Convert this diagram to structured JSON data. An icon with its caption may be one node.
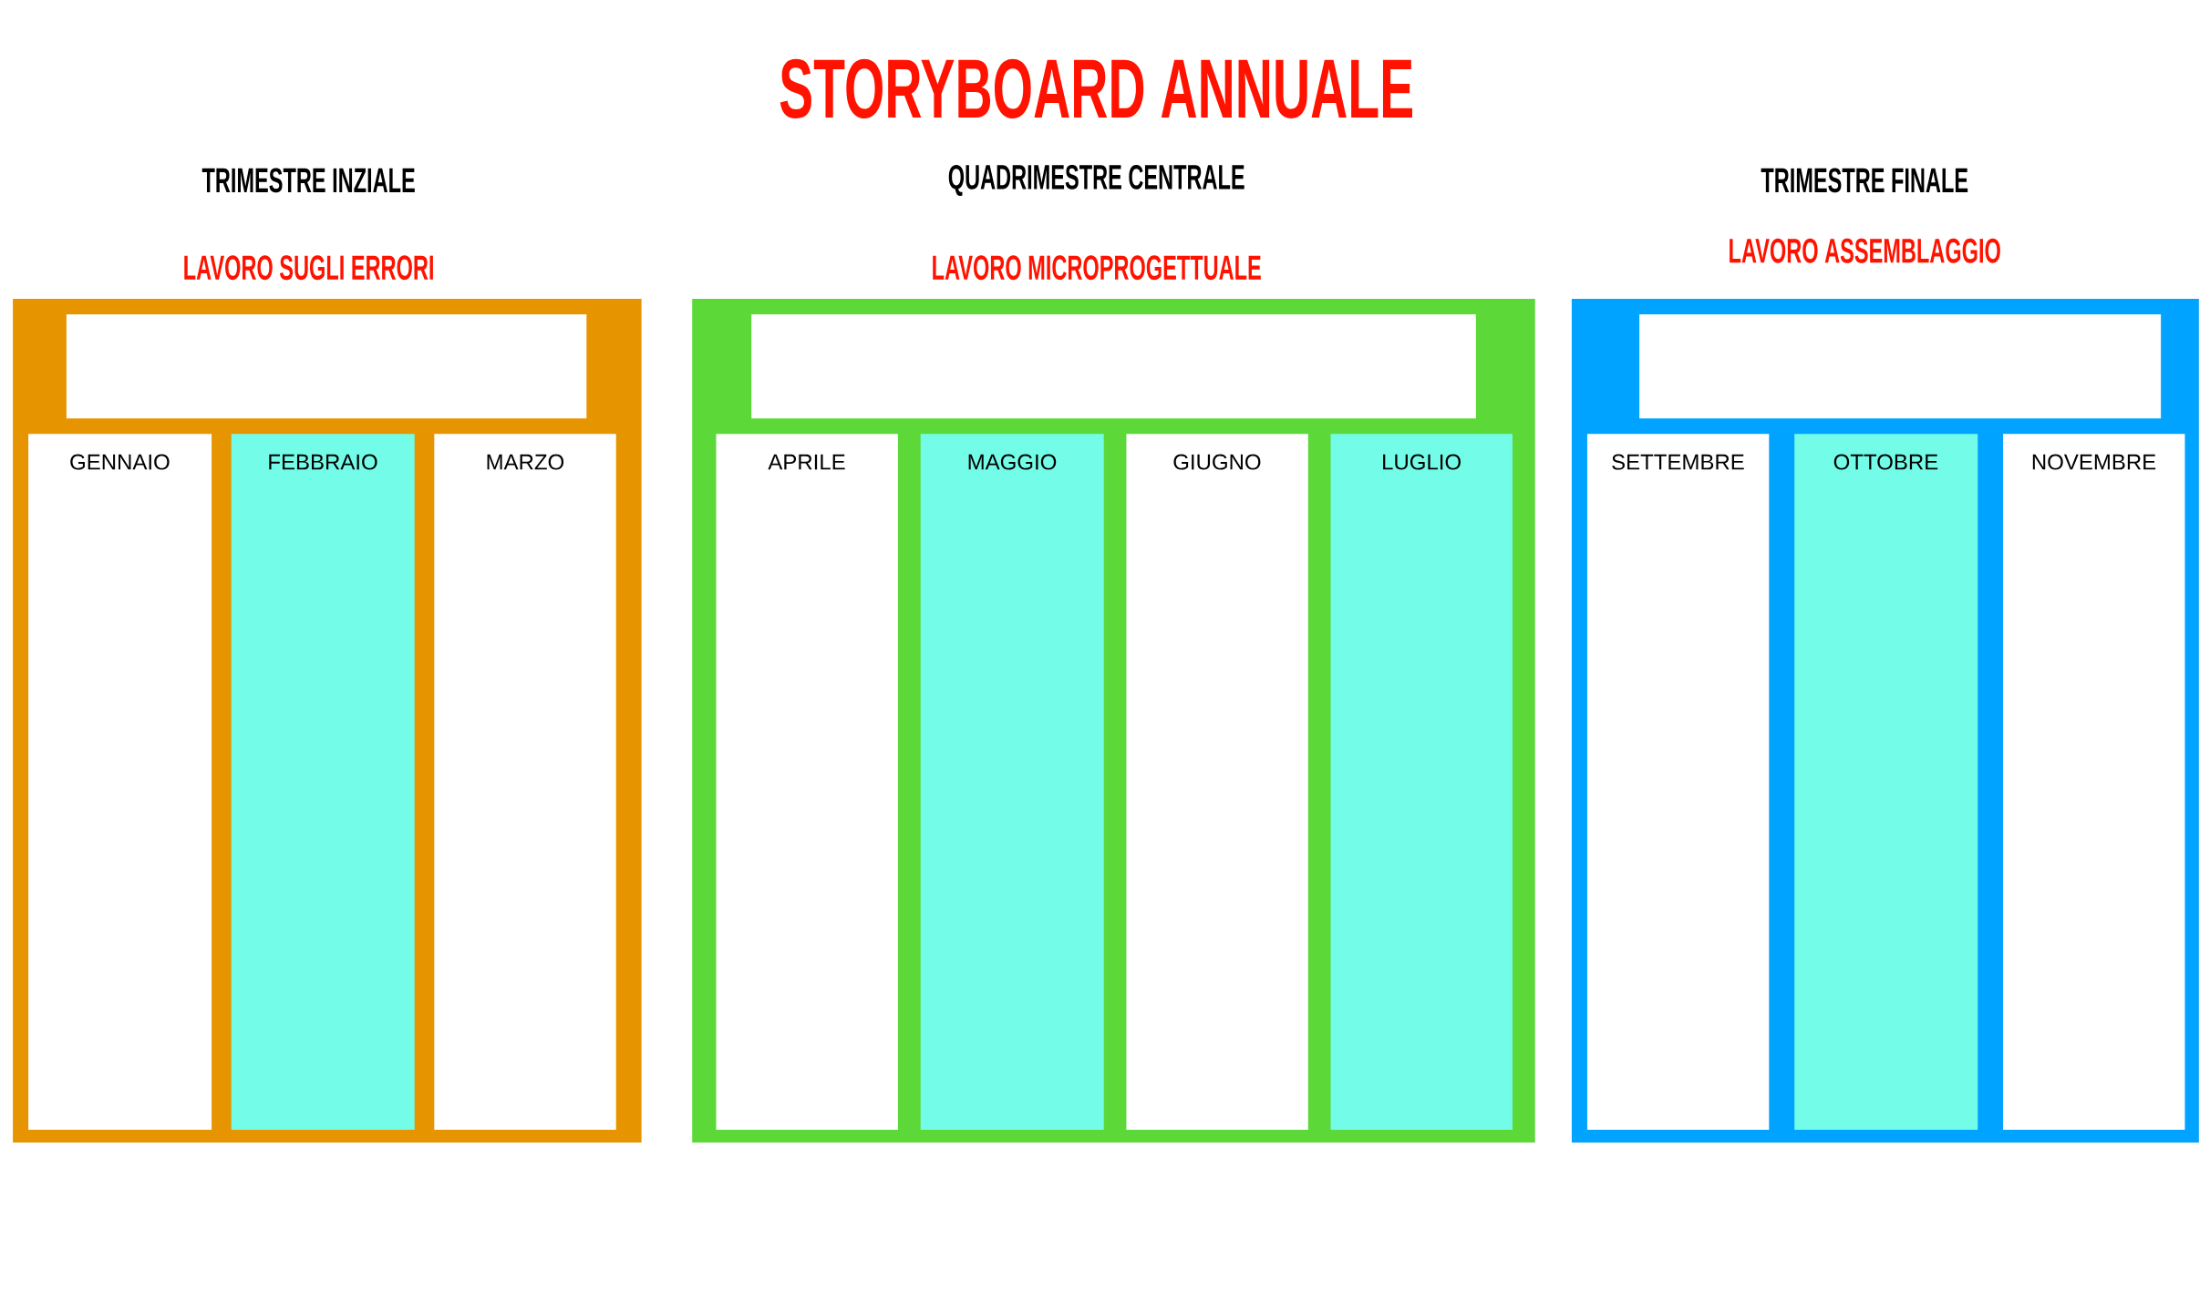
{
  "diagram": {
    "title": "STORYBOARD ANNUALE",
    "nodes": [
      {
        "text": [
          "TRIMESTRE INZIALE",
          "LAVORO SUGLI ERRORI"
        ]
      },
      {
        "text": [],
        "shape": "box",
        "in": 0
      },
      {
        "text": [
          "GENNAIO"
        ],
        "in": 0
      },
      {
        "text": [
          "FEBBRAIO"
        ],
        "in": 0
      },
      {
        "text": [
          "MARZO"
        ],
        "in": 0
      },
      {
        "text": [
          "QUADRIMESTRE CENTRALE",
          "LAVORO MICROPROGETTUALE"
        ]
      },
      {
        "text": [],
        "shape": "box",
        "in": 5
      },
      {
        "text": [
          "APRILE"
        ],
        "in": 5
      },
      {
        "text": [
          "MAGGIO"
        ],
        "in": 5
      },
      {
        "text": [
          "GIUGNO"
        ],
        "in": 5
      },
      {
        "text": [
          "LUGLIO"
        ],
        "in": 5
      },
      {
        "text": [
          "TRIMESTRE FINALE",
          "LAVORO ASSEMBLAGGIO"
        ]
      },
      {
        "text": [],
        "shape": "box",
        "in": 11
      },
      {
        "text": [
          "SETTEMBRE"
        ],
        "in": 11
      },
      {
        "text": [
          "OTTOBRE"
        ],
        "in": 11
      },
      {
        "text": [
          "NOVEMBRE"
        ],
        "in": 11
      }
    ],
    "edges": []
  }
}
